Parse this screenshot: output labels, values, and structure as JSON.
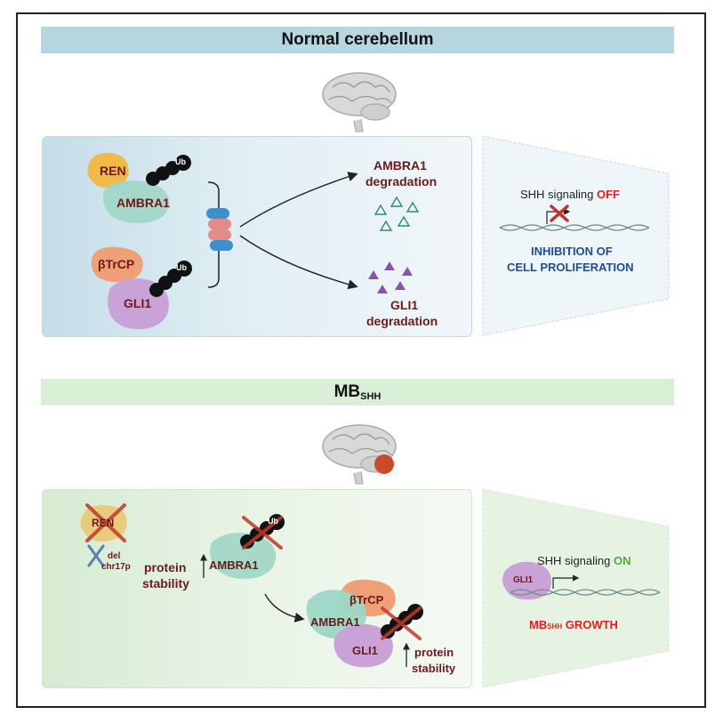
{
  "top_section": {
    "banner": "Normal cerebellum",
    "left_panel": {
      "ren_label": "REN",
      "ambra1_label": "AMBRA1",
      "btrcp_label": "βTrCP",
      "gli1_label": "GLI1",
      "ub_label": "Ub",
      "ambra1_degradation_line1": "AMBRA1",
      "ambra1_degradation_line2": "degradation",
      "gli1_degradation_line1": "GLI1",
      "gli1_degradation_line2": "degradation"
    },
    "right_panel": {
      "signaling_prefix": "SHH signaling ",
      "signaling_state": "OFF",
      "outcome_line1": "INHIBITION OF",
      "outcome_line2": "CELL PROLIFERATION"
    }
  },
  "bottom_section": {
    "banner_main": "MB",
    "banner_sub": "SHH",
    "left_panel": {
      "ren_label": "REN",
      "del_label": "del",
      "chr_label": "chr17p",
      "protein_stability_line1": "protein",
      "protein_stability_line2": "stability",
      "ambra1_label": "AMBRA1",
      "ub_label": "Ub",
      "complex_ambra1_label": "AMBRA1",
      "complex_btrcp_label": "βTrCP",
      "complex_gli1_label": "GLI1",
      "protein_stability2_line1": "protein",
      "protein_stability2_line2": "stability"
    },
    "right_panel": {
      "gli1_label": "GLI1",
      "signaling_prefix": "SHH signaling ",
      "signaling_state": "ON",
      "growth_main": "MB",
      "growth_sub": "SHH",
      "growth_suffix": " GROWTH"
    }
  },
  "colors": {
    "banner_top": "#b7d7e0",
    "banner_bottom": "#d9efd6",
    "off_red": "#e02020",
    "on_green": "#4caf3c",
    "outcome_blue": "#1f4e8c",
    "label_maroon": "#6b1a1a"
  }
}
